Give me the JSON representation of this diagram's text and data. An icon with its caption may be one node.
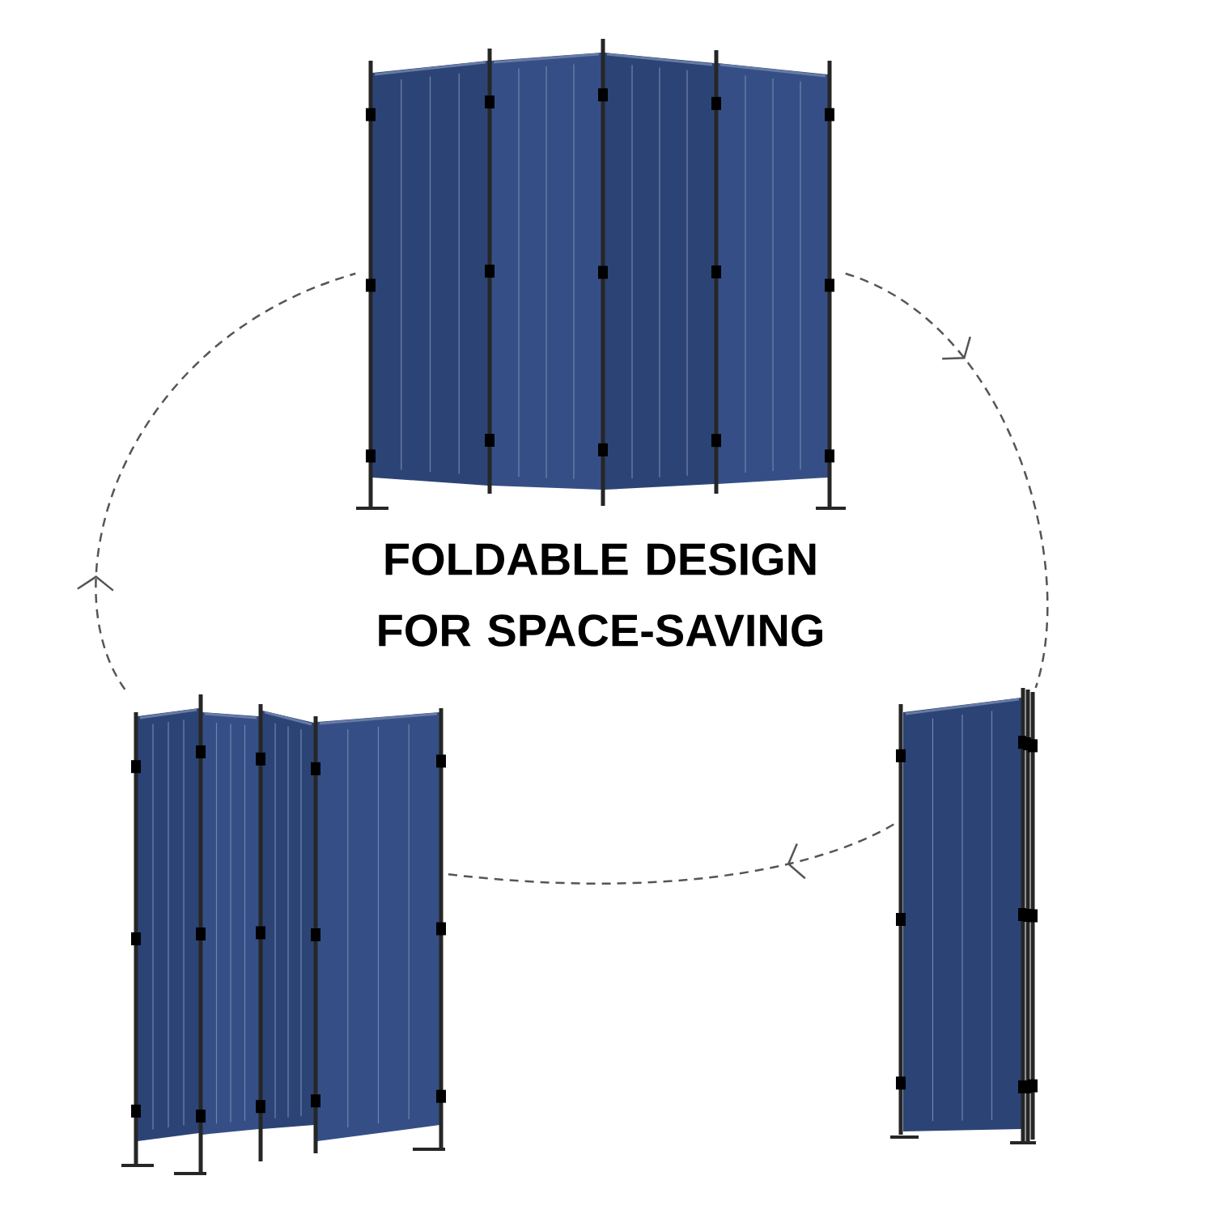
{
  "diagram": {
    "title": "FOLDABLE DESIGN FOR SPACE-SAVING",
    "nodes": [
      {
        "text": [],
        "shape": "picture"
      },
      {
        "text": [],
        "shape": "picture"
      },
      {
        "text": [],
        "shape": "picture"
      }
    ],
    "edges": [
      {
        "from": 0,
        "to": 1,
        "arrow": "to",
        "style": "dashed"
      },
      {
        "from": 1,
        "to": 2,
        "arrow": "to",
        "style": "dashed"
      },
      {
        "from": 2,
        "to": 0,
        "arrow": "to",
        "style": "dashed"
      }
    ]
  }
}
